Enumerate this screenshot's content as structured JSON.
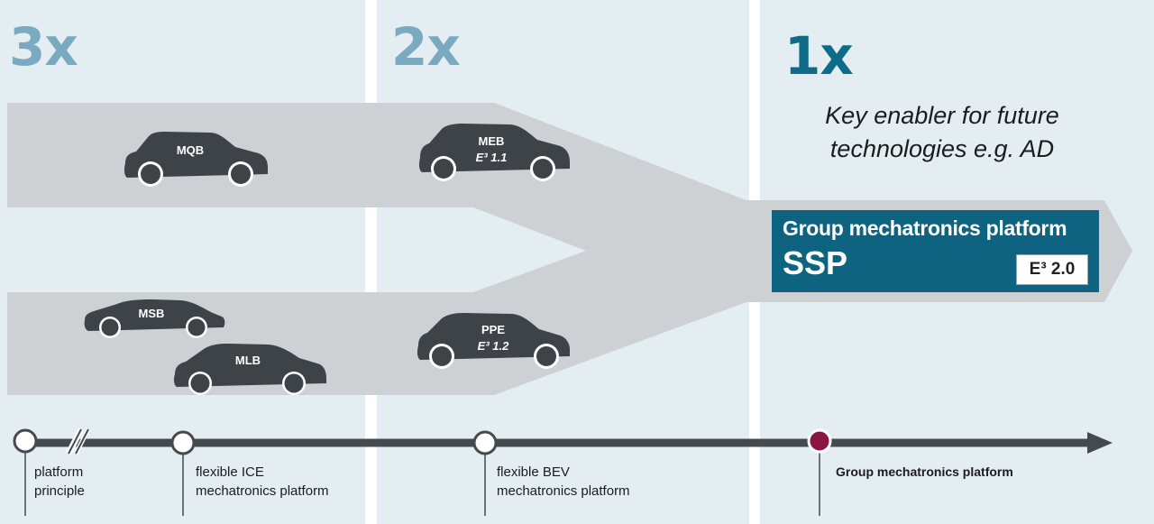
{
  "columns": [
    {
      "multiplier": "3x"
    },
    {
      "multiplier": "2x"
    },
    {
      "multiplier": "1x",
      "caption_line1": "Key enabler for future",
      "caption_line2": "technologies e.g. AD"
    }
  ],
  "cars": [
    {
      "name": "MQB",
      "arch": ""
    },
    {
      "name": "MEB",
      "arch": "E³ 1.1"
    },
    {
      "name": "MSB",
      "arch": ""
    },
    {
      "name": "MLB",
      "arch": ""
    },
    {
      "name": "PPE",
      "arch": "E³ 1.2"
    }
  ],
  "platform_box": {
    "title": "Group mechatronics platform",
    "name": "SSP",
    "badge": "E³ 2.0"
  },
  "timeline": [
    {
      "line1": "platform",
      "line2": "principle"
    },
    {
      "line1": "flexible ICE",
      "line2": "mechatronics platform"
    },
    {
      "line1": "flexible BEV",
      "line2": "mechatronics platform"
    },
    {
      "line1": "Group mechatronics platform",
      "line2": ""
    }
  ],
  "colors": {
    "road": "#cdd1d3",
    "car": "#3d4346",
    "platform_box": "#0e6480",
    "milestone_highlight": "#8a1640",
    "timeline": "#444a4d",
    "multiplier_light": "#7aa9c2",
    "multiplier_dark": "#0f6c88"
  }
}
